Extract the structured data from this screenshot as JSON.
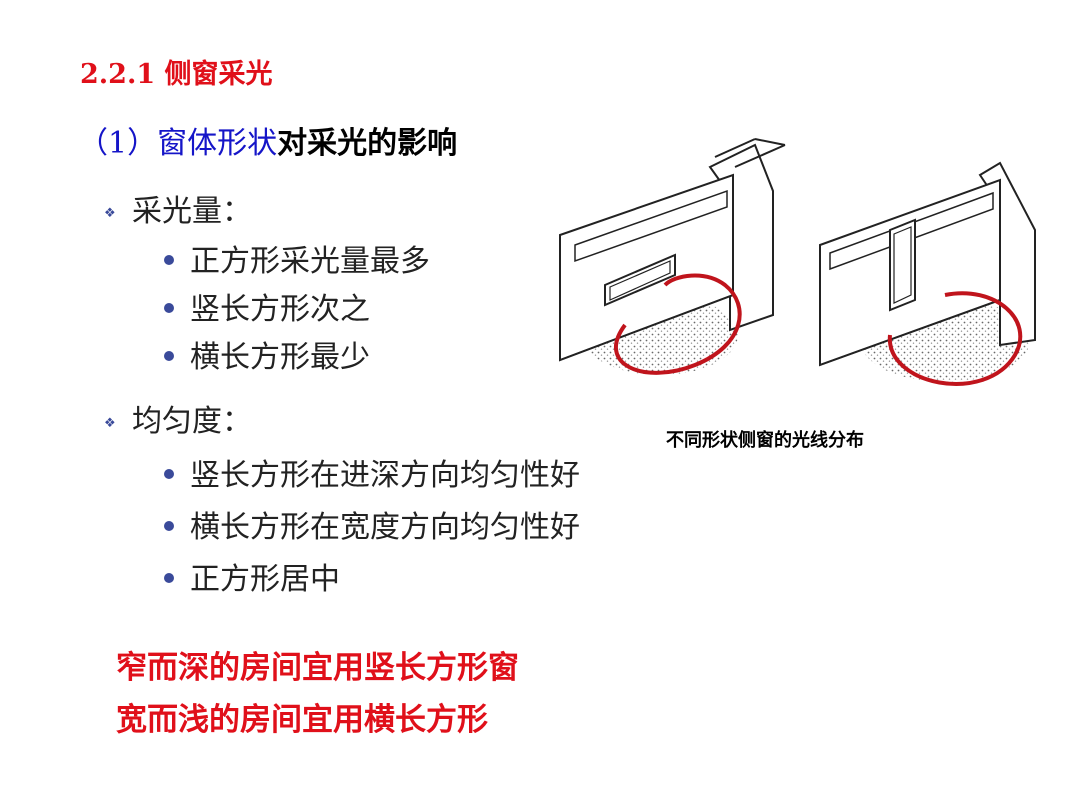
{
  "slide": {
    "title": "2.2.1 侧窗采光",
    "subtitle_paren": "（1）",
    "subtitle_blue": "窗体形状",
    "subtitle_black": "对采光的影响",
    "section1": {
      "heading": "采光量：",
      "items": [
        "正方形采光量最多",
        "竖长方形次之",
        "横长方形最少"
      ]
    },
    "section2": {
      "heading": "均匀度：",
      "items": [
        "竖长方形在进深方向均匀性好",
        "横长方形在宽度方向均匀性好",
        "正方形居中"
      ]
    },
    "conclusions": [
      "窄而深的房间宜用竖长方形窗",
      "宽而浅的房间宜用横长方形"
    ],
    "figure_caption": "不同形状侧窗的光线分布"
  },
  "colors": {
    "title_red": "#e0101a",
    "subtitle_blue": "#1515c8",
    "bullet_blue": "#3a4a9a",
    "annotation_red": "#c0141c"
  },
  "icons": {
    "section_bullet": "diamond-four-dots-icon",
    "item_bullet": "round-dot-icon"
  }
}
